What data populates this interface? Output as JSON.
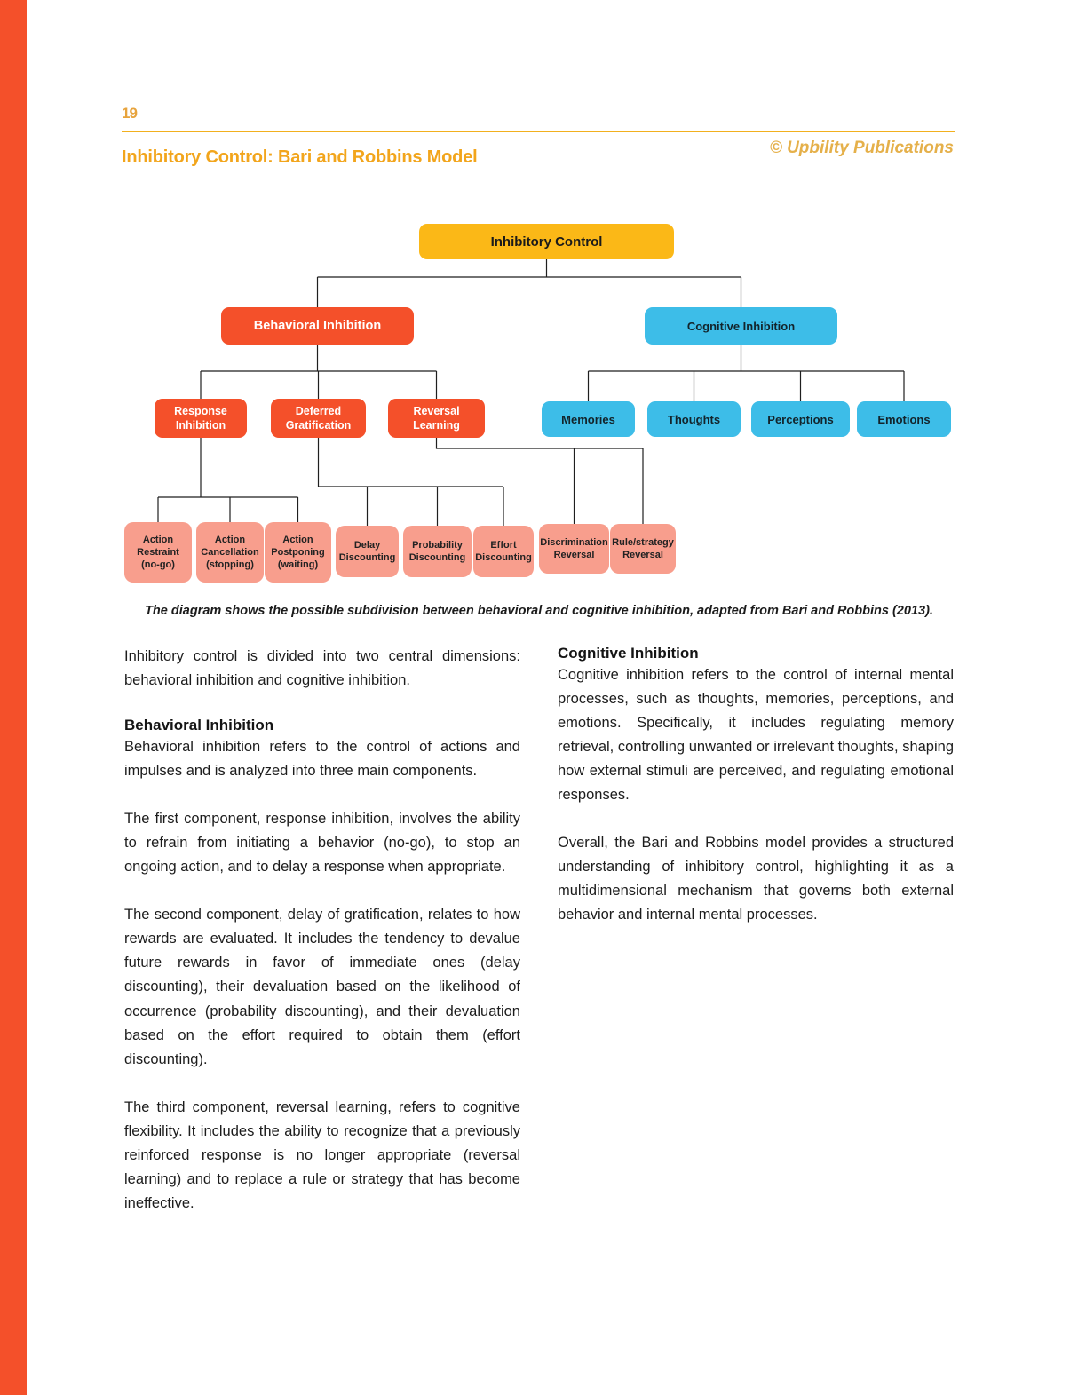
{
  "page": {
    "number": "19",
    "title": "Inhibitory Control: Bari and Robbins Model",
    "copyright": "© Upbility Publications"
  },
  "colors": {
    "accent_red": "#F4502A",
    "gold_node": "#FBB817",
    "rule_yellow": "#F2B01E",
    "title_orange": "#F2A51C",
    "copyright_gold": "#E5B04A",
    "blue_node": "#3DBDE8",
    "salmon_node": "#F89E8D"
  },
  "diagram": {
    "nodes": {
      "root": "Inhibitory Control",
      "behavioral": "Behavioral Inhibition",
      "cognitive": "Cognitive Inhibition",
      "response_inhibition": "Response Inhibition",
      "deferred_gratification": "Deferred Gratification",
      "reversal_learning": "Reversal Learning",
      "memories": "Memories",
      "thoughts": "Thoughts",
      "perceptions": "Perceptions",
      "emotions": "Emotions",
      "action_restraint": "Action Restraint (no-go)",
      "action_cancellation": "Action Cancellation (stopping)",
      "action_postponing": "Action Postponing (waiting)",
      "delay_discounting": "Delay Discounting",
      "probability_discounting": "Probability Discounting",
      "effort_discounting": "Effort Discounting",
      "discrimination_reversal": "Discrimination Reversal",
      "rule_strategy_reversal": "Rule/strategy Reversal"
    },
    "caption": "The diagram shows the possible subdivision between behavioral and cognitive inhibition, adapted from Bari and Robbins (2013)."
  },
  "body": {
    "left": [
      {
        "type": "para",
        "text": "Inhibitory control is divided into two central dimensions: behavioral inhibition and cognitive inhibition."
      },
      {
        "type": "heading",
        "text": "Behavioral Inhibition"
      },
      {
        "type": "para",
        "text": "Behavioral inhibition refers to the control of actions and impulses and is analyzed into three main components."
      },
      {
        "type": "para",
        "text": "The first component, response inhibition, involves the ability to refrain from initiating a behavior (no-go), to stop an ongoing action, and to delay a response when appropriate."
      },
      {
        "type": "para",
        "text": "The second component, delay of gratification, relates to how rewards are evaluated. It includes the tendency to devalue future rewards in favor of immediate ones (delay discounting), their devaluation based on the likelihood of occurrence (probability discounting), and their devaluation based on the effort required to obtain them (effort discounting)."
      },
      {
        "type": "para",
        "text": "The third component, reversal learning, refers to cognitive flexibility. It includes the ability to recognize that a previously reinforced response is no longer appropriate (reversal learning) and to replace a rule or strategy that has become ineffective."
      }
    ],
    "right": [
      {
        "type": "heading",
        "text": "Cognitive Inhibition"
      },
      {
        "type": "para",
        "text": "Cognitive inhibition refers to the control of internal mental processes, such as thoughts, memories, perceptions, and emotions. Specifically, it includes regulating memory retrieval, controlling unwanted or irrelevant thoughts, shaping how external stimuli are perceived, and regulating emotional responses."
      },
      {
        "type": "para",
        "text": "Overall, the Bari and Robbins model provides a structured understanding of inhibitory control, highlighting it as a multidimensional mechanism that governs both external behavior and internal mental processes."
      }
    ]
  }
}
